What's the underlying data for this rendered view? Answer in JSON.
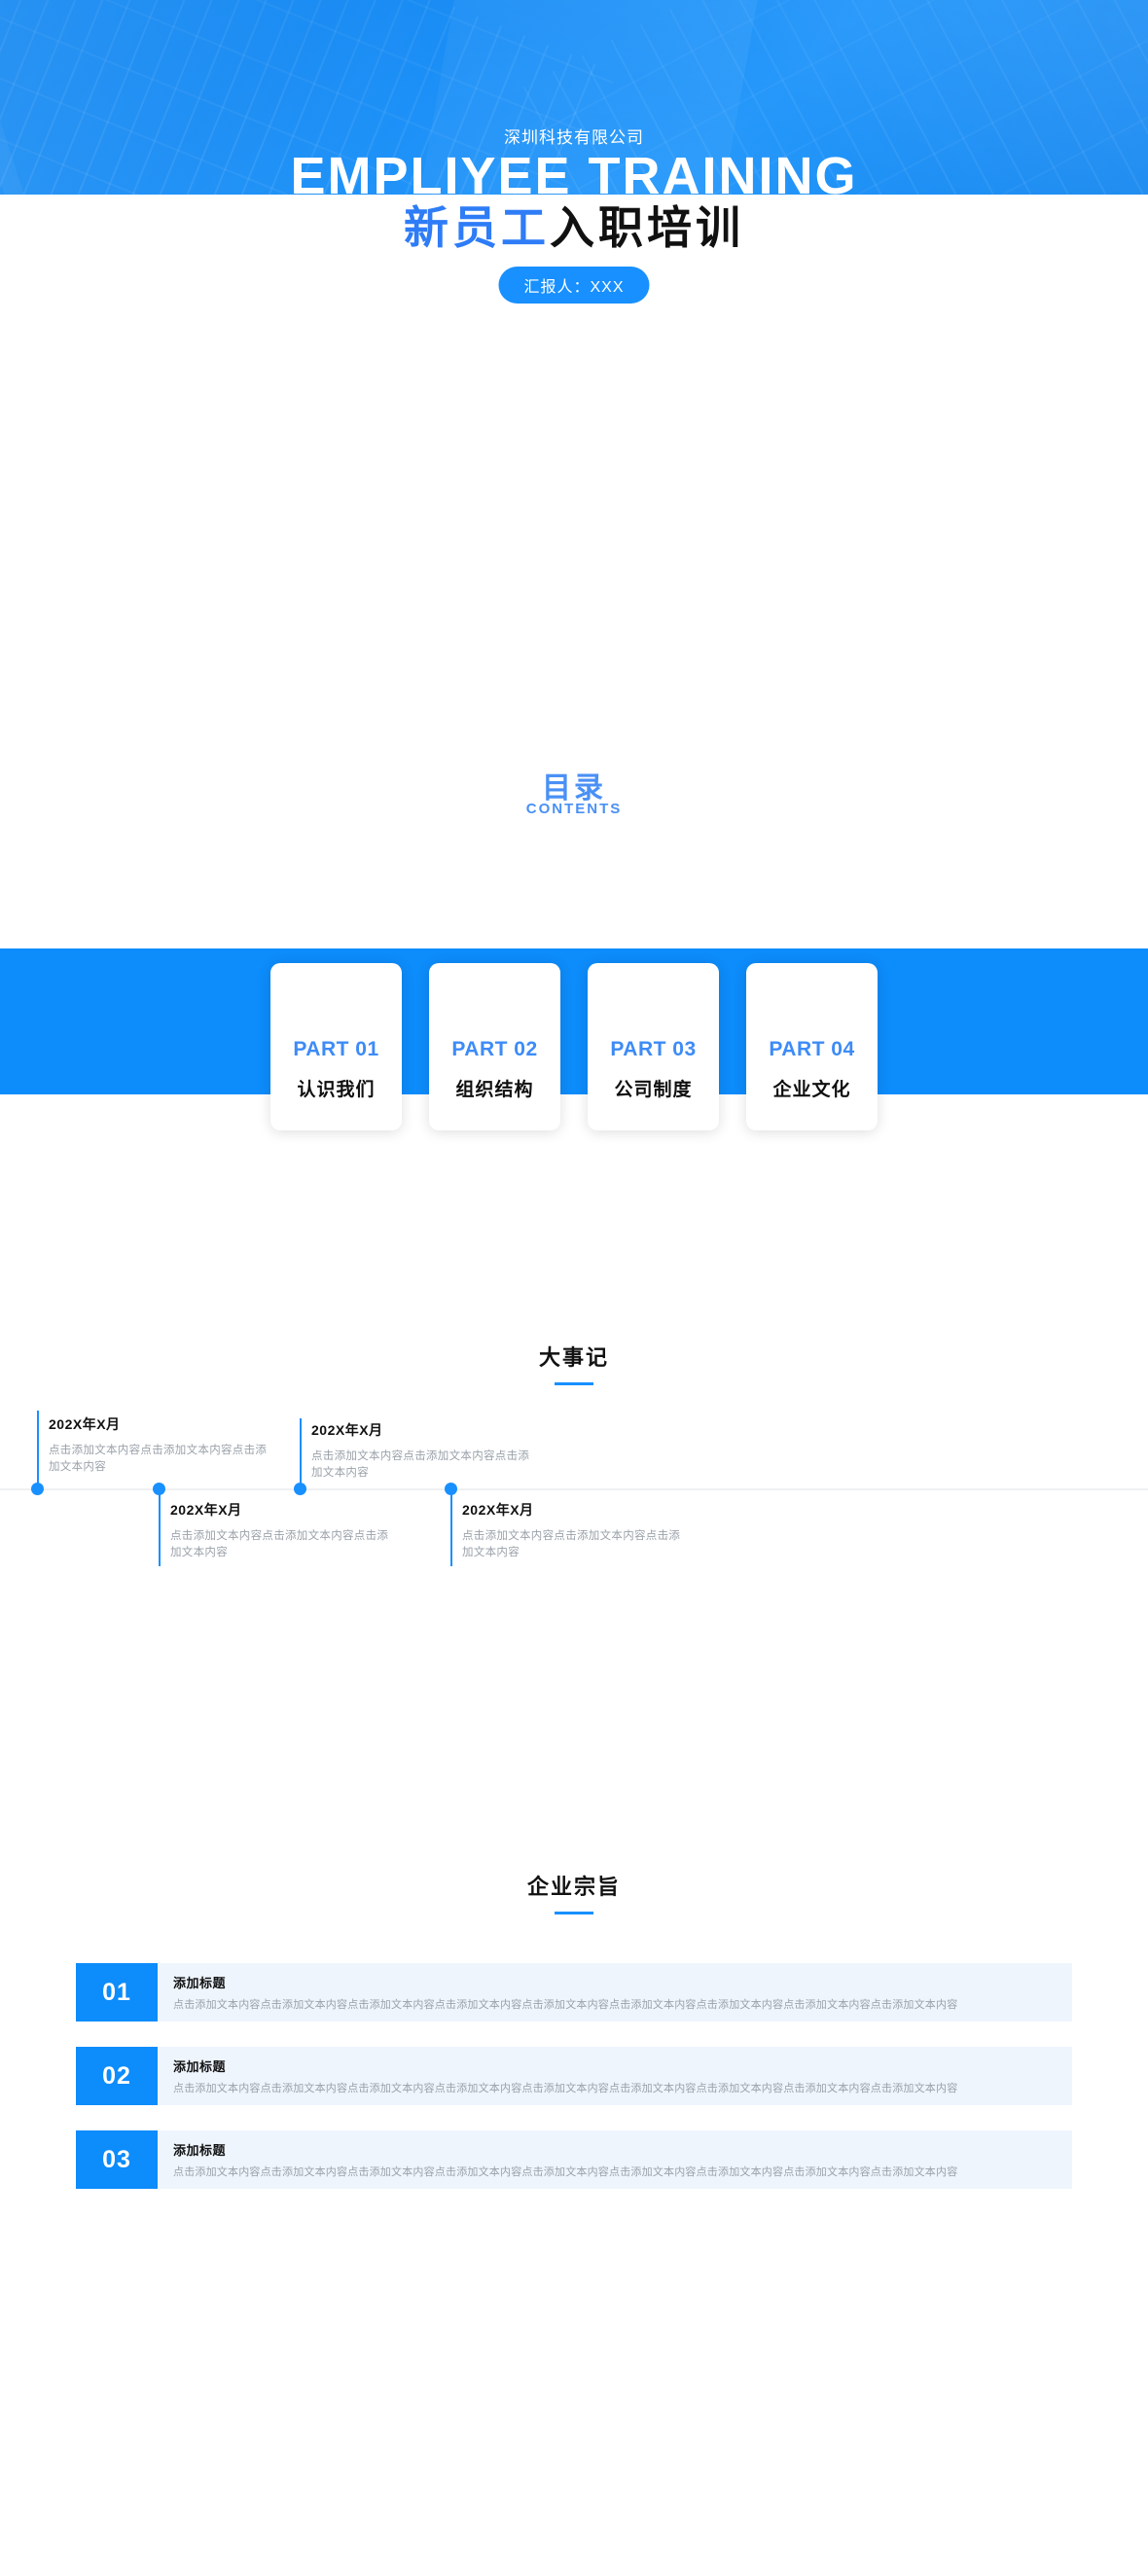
{
  "cover": {
    "company": "深圳科技有限公司",
    "title_en": "EMPLIYEE TRAINING",
    "title_cn_highlight": "新员工",
    "title_cn_dark": "入职培训",
    "presenter_badge": "汇报人：XXX",
    "accent": "#1890ff"
  },
  "contents": {
    "title": "目录",
    "subtitle": "CONTENTS",
    "accent": "#0d8cfb",
    "cards": [
      {
        "part": "PART 01",
        "label": "认识我们"
      },
      {
        "part": "PART 02",
        "label": "组织结构"
      },
      {
        "part": "PART 03",
        "label": "公司制度"
      },
      {
        "part": "PART 04",
        "label": "企业文化"
      }
    ]
  },
  "timeline": {
    "heading": "大事记",
    "accent": "#1890ff",
    "items": [
      {
        "date": "202X年X月",
        "body": "点击添加文本内容点击添加文本内容点击添加文本内容",
        "position": "above"
      },
      {
        "date": "202X年X月",
        "body": "点击添加文本内容点击添加文本内容点击添加文本内容",
        "position": "below"
      },
      {
        "date": "202X年X月",
        "body": "点击添加文本内容点击添加文本内容点击添加文本内容",
        "position": "above"
      },
      {
        "date": "202X年X月",
        "body": "点击添加文本内容点击添加文本内容点击添加文本内容",
        "position": "below"
      }
    ]
  },
  "purpose": {
    "heading": "企业宗旨",
    "accent": "#0d8cfb",
    "rows": [
      {
        "number": "01",
        "title": "添加标题",
        "body": "点击添加文本内容点击添加文本内容点击添加文本内容点击添加文本内容点击添加文本内容点击添加文本内容点击添加文本内容点击添加文本内容点击添加文本内容"
      },
      {
        "number": "02",
        "title": "添加标题",
        "body": "点击添加文本内容点击添加文本内容点击添加文本内容点击添加文本内容点击添加文本内容点击添加文本内容点击添加文本内容点击添加文本内容点击添加文本内容"
      },
      {
        "number": "03",
        "title": "添加标题",
        "body": "点击添加文本内容点击添加文本内容点击添加文本内容点击添加文本内容点击添加文本内容点击添加文本内容点击添加文本内容点击添加文本内容点击添加文本内容"
      }
    ]
  }
}
